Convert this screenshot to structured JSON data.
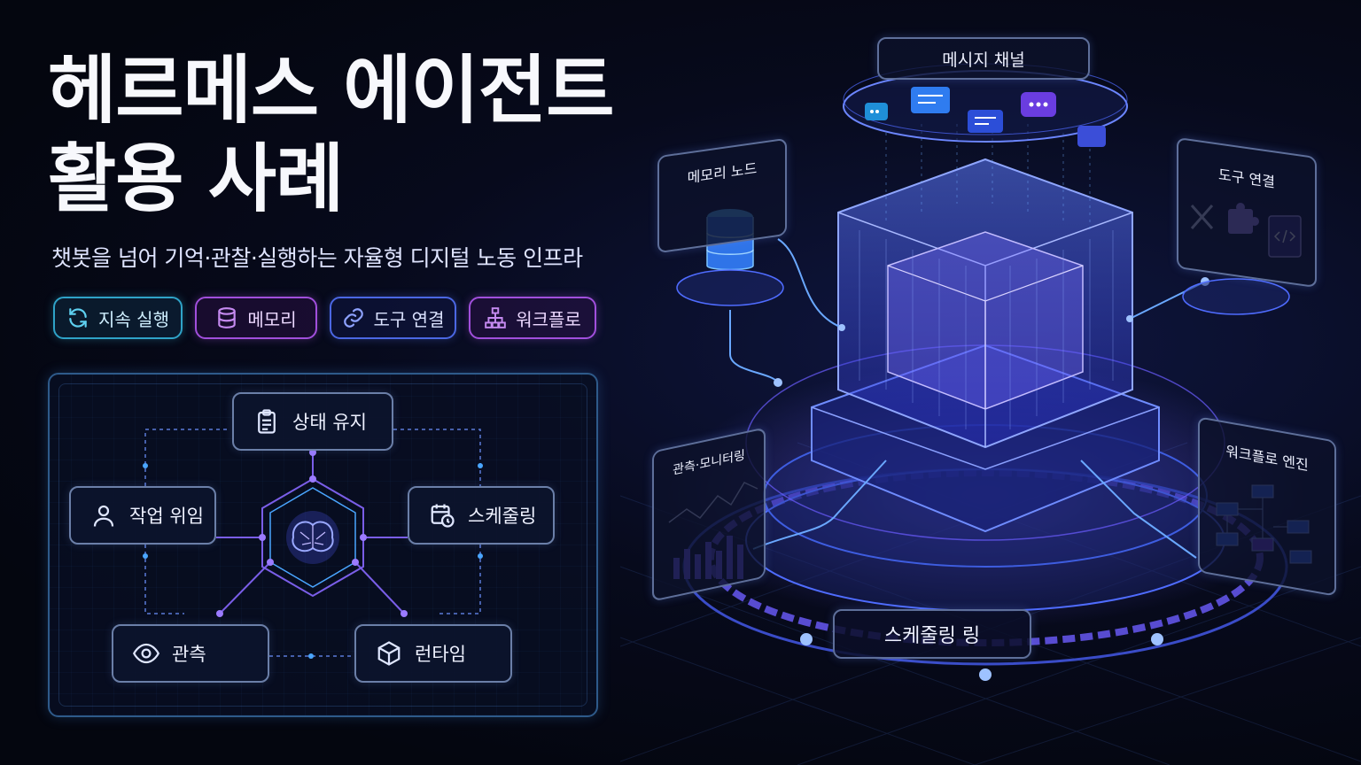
{
  "title": {
    "line1": "헤르메스 에이전트",
    "line2": "활용 사례"
  },
  "subtitle": "챗봇을 넘어 기억·관찰·실행하는 자율형 디지털 노동 인프라",
  "chips": [
    {
      "label": "지속 실행",
      "icon": "refresh-icon",
      "color": "#2fa3c8"
    },
    {
      "label": "메모리",
      "icon": "database-icon",
      "color": "#a14fdc"
    },
    {
      "label": "도구 연결",
      "icon": "link-icon",
      "color": "#4b67e3"
    },
    {
      "label": "워크플로",
      "icon": "hierarchy-icon",
      "color": "#a14fdc"
    }
  ],
  "flow": {
    "center_icon": "brain-icon",
    "nodes": {
      "state": {
        "label": "상태 유지",
        "icon": "clipboard-icon"
      },
      "delegate": {
        "label": "작업 위임",
        "icon": "user-icon"
      },
      "schedule": {
        "label": "스케줄링",
        "icon": "calendar-clock-icon"
      },
      "observe": {
        "label": "관측",
        "icon": "eye-icon"
      },
      "runtime": {
        "label": "런타임",
        "icon": "cube-icon"
      }
    }
  },
  "diagram": {
    "message_channel": "메시지 채널",
    "memory_node": "메모리 노드",
    "tool_connection": "도구 연결",
    "monitoring": "관측·모니터링",
    "workflow_engine": "워크플로 엔진",
    "scheduling_ring": "스케줄링 링"
  },
  "colors": {
    "accent_blue": "#3d6bff",
    "accent_purple": "#8a4bff",
    "accent_cyan": "#33c3ff"
  }
}
